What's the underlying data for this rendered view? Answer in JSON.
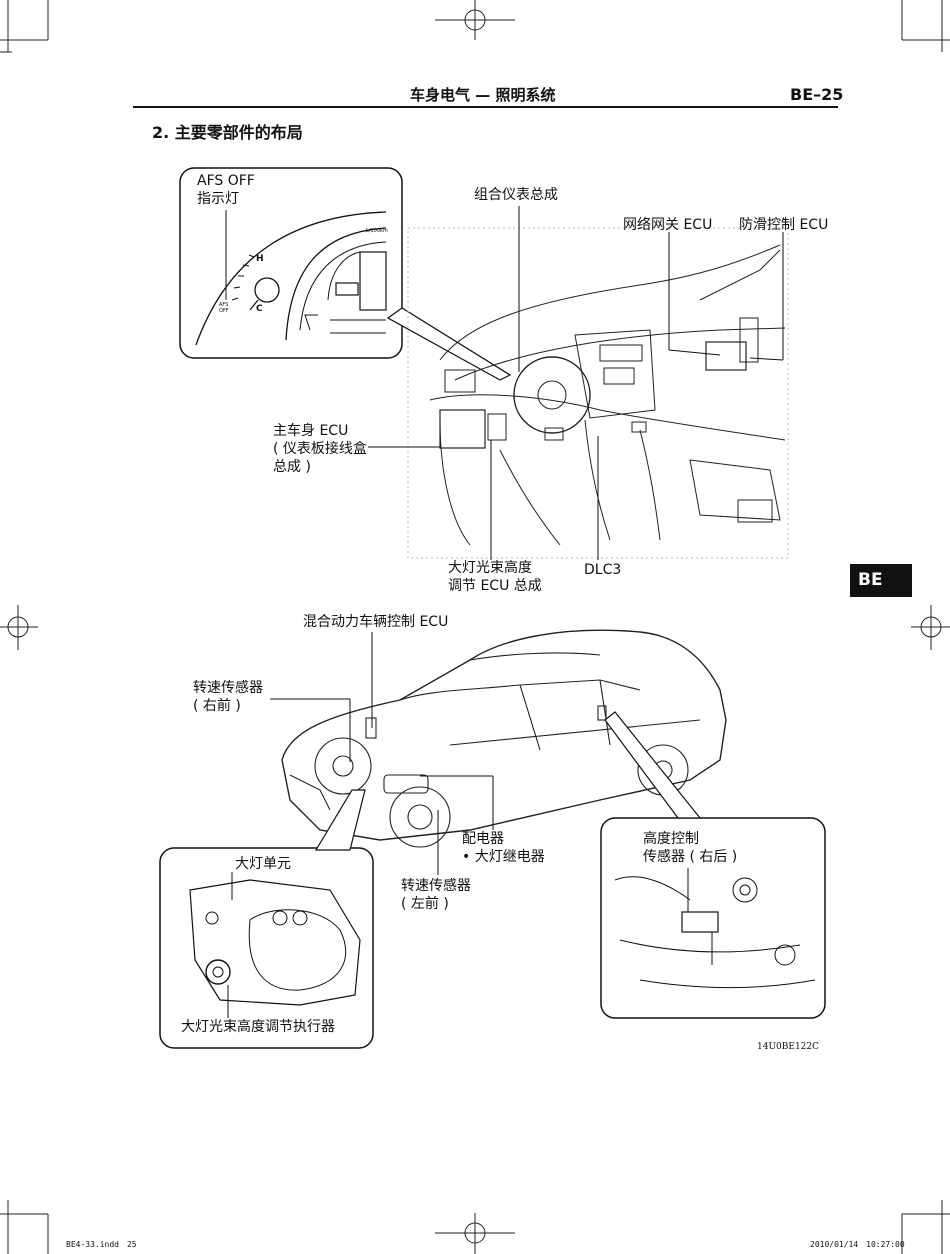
{
  "header": {
    "title": "车身电气 — 照明系统",
    "page": "BE–25"
  },
  "section_title": "2. 主要零部件的布局",
  "side_tab": "BE",
  "figure_code": "14U0BE122C",
  "footer": {
    "file": "BE4-33.indd　25",
    "timestamp": "2010/01/14　10:27:00"
  },
  "callouts": {
    "afs_off_line1": "AFS OFF",
    "afs_off_line2": "指示灯",
    "combination_meter": "组合仪表总成",
    "gateway_ecu": "网络网关 ECU",
    "skid_control_ecu": "防滑控制 ECU",
    "main_body_ecu_line1": "主车身 ECU",
    "main_body_ecu_line2": "( 仪表板接线盒",
    "main_body_ecu_line3": "总成 )",
    "headlight_leveling_ecu_line1": "大灯光束高度",
    "headlight_leveling_ecu_line2": "调节 ECU 总成",
    "dlc3": "DLC3",
    "hybrid_ecu": "混合动力车辆控制 ECU",
    "speed_sensor_fr_line1": "转速传感器",
    "speed_sensor_fr_line2": "( 右前 )",
    "relay_line1": "配电器",
    "relay_line2": "• 大灯继电器",
    "speed_sensor_fl_line1": "转速传感器",
    "speed_sensor_fl_line2": "( 左前 )",
    "height_sensor_line1": "高度控制",
    "height_sensor_line2": "传感器 ( 右后 )",
    "headlight_unit": "大灯单元",
    "leveling_actuator": "大灯光束高度调节执行器"
  },
  "gauge": {
    "hot_mark": "H",
    "cold_mark": "C",
    "unit_mark": "L/100km",
    "afs_mark_line1": "AFS",
    "afs_mark_line2": "OFF"
  }
}
